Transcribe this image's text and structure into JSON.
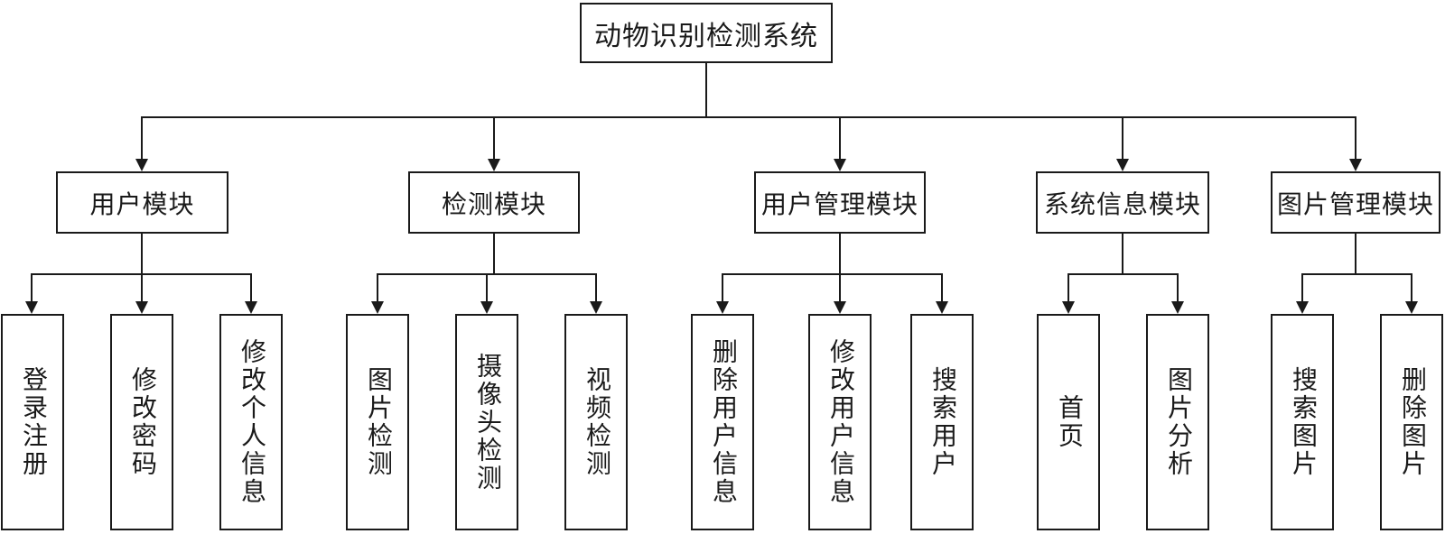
{
  "diagram": {
    "title": "动物识别检测系统",
    "modules": [
      {
        "label": "用户模块",
        "children": [
          {
            "label": "登录注册"
          },
          {
            "label": "修改密码"
          },
          {
            "label": "修改个人信息"
          }
        ]
      },
      {
        "label": "检测模块",
        "children": [
          {
            "label": "图片检测"
          },
          {
            "label": "摄像头检测"
          },
          {
            "label": "视频检测"
          }
        ]
      },
      {
        "label": "用户管理模块",
        "children": [
          {
            "label": "删除用户信息"
          },
          {
            "label": "修改用户信息"
          },
          {
            "label": "搜索用户"
          }
        ]
      },
      {
        "label": "系统信息模块",
        "children": [
          {
            "label": "首页"
          },
          {
            "label": "图片分析"
          }
        ]
      },
      {
        "label": "图片管理模块",
        "children": [
          {
            "label": "搜索图片"
          },
          {
            "label": "删除图片"
          }
        ]
      }
    ],
    "theme": {
      "line_color": "#1a1a1a",
      "box_background": "#ffffff",
      "text_color": "#1a1a1a",
      "page_background": "#ffffff"
    }
  }
}
